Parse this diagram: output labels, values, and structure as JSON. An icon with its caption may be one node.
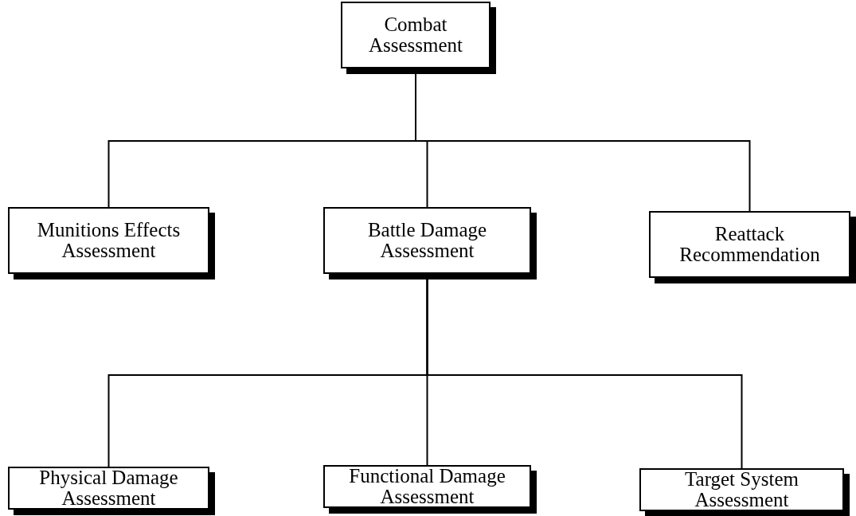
{
  "diagram": {
    "nodes": [
      {
        "text": [
          "Combat Assessment"
        ]
      },
      {
        "text": [
          "Munitions Effects Assessment"
        ]
      },
      {
        "text": [
          "Battle Damage Assessment"
        ]
      },
      {
        "text": [
          "Reattack Recommendation"
        ]
      },
      {
        "text": [
          "Physical Damage Assessment"
        ]
      },
      {
        "text": [
          "Functional Damage Assessment"
        ]
      },
      {
        "text": [
          "Target System Assessment"
        ]
      }
    ],
    "edges": [
      {
        "from": 0,
        "to": 1,
        "arrow": "none"
      },
      {
        "from": 0,
        "to": 2,
        "arrow": "none"
      },
      {
        "from": 0,
        "to": 3,
        "arrow": "none"
      },
      {
        "from": 2,
        "to": 4,
        "arrow": "none"
      },
      {
        "from": 2,
        "to": 5,
        "arrow": "none"
      },
      {
        "from": 2,
        "to": 6,
        "arrow": "none"
      }
    ]
  }
}
